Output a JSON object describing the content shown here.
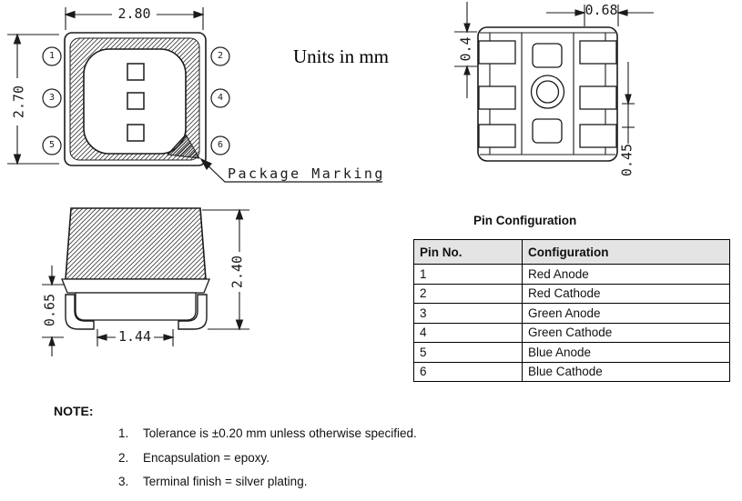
{
  "drawing": {
    "units_label": "Units in mm",
    "top_view": {
      "width_dim": "2.80",
      "height_dim": "2.70",
      "marking_label": "Package Marking",
      "pins_left": [
        "1",
        "3",
        "5"
      ],
      "pins_right": [
        "2",
        "4",
        "6"
      ]
    },
    "bottom_view": {
      "pad_length_dim": "0.68",
      "pad_width_dim": "0.4",
      "pad_pitch_dim": "0.45"
    },
    "side_view": {
      "height_dim": "2.40",
      "lead_height_dim": "0.65",
      "lead_span_dim": "1.44"
    }
  },
  "pin_table": {
    "title": "Pin Configuration",
    "headers": [
      "Pin No.",
      "Configuration"
    ],
    "rows": [
      [
        "1",
        "Red Anode"
      ],
      [
        "2",
        "Red Cathode"
      ],
      [
        "3",
        "Green Anode"
      ],
      [
        "4",
        "Green Cathode"
      ],
      [
        "5",
        "Blue Anode"
      ],
      [
        "6",
        "Blue Cathode"
      ]
    ]
  },
  "notes": {
    "label": "NOTE:",
    "items": [
      {
        "num": "1.",
        "text": "Tolerance is ±0.20 mm unless otherwise specified."
      },
      {
        "num": "2.",
        "text": "Encapsulation = epoxy."
      },
      {
        "num": "3.",
        "text": "Terminal finish = silver plating."
      }
    ]
  }
}
